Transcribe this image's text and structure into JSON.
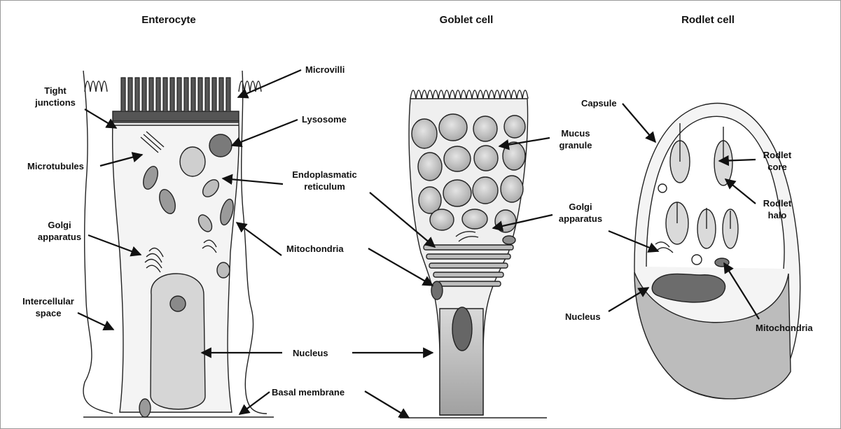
{
  "titles": {
    "enterocyte": "Enterocyte",
    "goblet": "Goblet cell",
    "rodlet": "Rodlet cell"
  },
  "labels": {
    "microvilli": "Microvilli",
    "tight_junctions": "Tight\njunctions",
    "lysosome": "Lysosome",
    "microtubules": "Microtubules",
    "endoplasmatic_reticulum": "Endoplasmatic\nreticulum",
    "golgi_left": "Golgi\napparatus",
    "mitochondria_mid": "Mitochondria",
    "intercellular_space": "Intercellular\nspace",
    "nucleus_mid": "Nucleus",
    "basal_membrane": "Basal membrane",
    "mucus_granule": "Mucus\ngranule",
    "golgi_right": "Golgi\napparatus",
    "capsule": "Capsule",
    "rodlet_core": "Rodlet\ncore",
    "rodlet_halo": "Rodlet\nhalo",
    "nucleus_right": "Nucleus",
    "mitochondria_right": "Mitochondria"
  }
}
